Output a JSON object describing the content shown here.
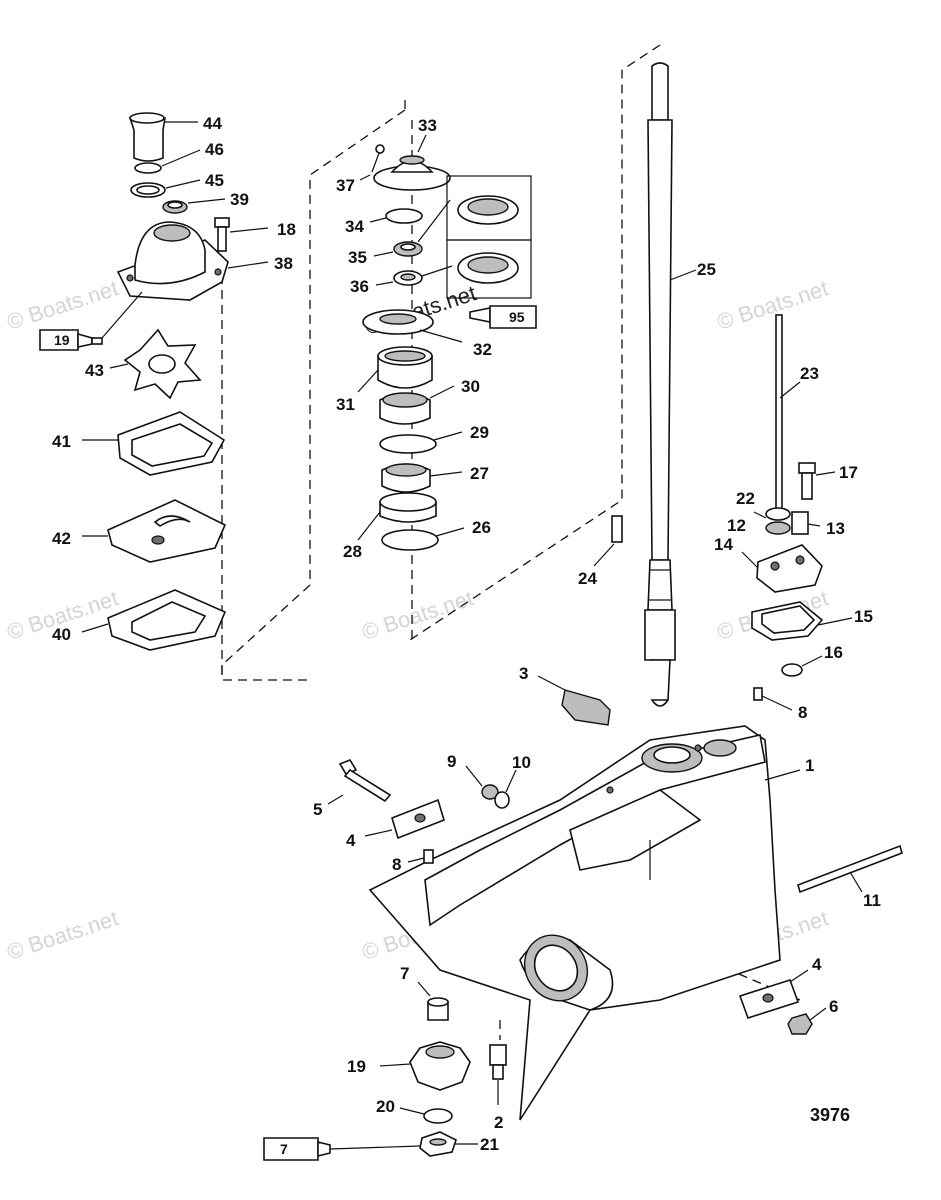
{
  "watermark": "© Boats.net",
  "figure_number": "3976",
  "callouts": [
    {
      "id": "lbl-44",
      "text": "44"
    },
    {
      "id": "lbl-46",
      "text": "46"
    },
    {
      "id": "lbl-45",
      "text": "45"
    },
    {
      "id": "lbl-39",
      "text": "39"
    },
    {
      "id": "lbl-18",
      "text": "18"
    },
    {
      "id": "lbl-38",
      "text": "38"
    },
    {
      "id": "lbl-43",
      "text": "43"
    },
    {
      "id": "lbl-41",
      "text": "41"
    },
    {
      "id": "lbl-42",
      "text": "42"
    },
    {
      "id": "lbl-40",
      "text": "40"
    },
    {
      "id": "lbl-33",
      "text": "33"
    },
    {
      "id": "lbl-37",
      "text": "37"
    },
    {
      "id": "lbl-34",
      "text": "34"
    },
    {
      "id": "lbl-35",
      "text": "35"
    },
    {
      "id": "lbl-36",
      "text": "36"
    },
    {
      "id": "lbl-32",
      "text": "32"
    },
    {
      "id": "lbl-31",
      "text": "31"
    },
    {
      "id": "lbl-30",
      "text": "30"
    },
    {
      "id": "lbl-29",
      "text": "29"
    },
    {
      "id": "lbl-27",
      "text": "27"
    },
    {
      "id": "lbl-28",
      "text": "28"
    },
    {
      "id": "lbl-26",
      "text": "26"
    },
    {
      "id": "lbl-25",
      "text": "25"
    },
    {
      "id": "lbl-24",
      "text": "24"
    },
    {
      "id": "lbl-23",
      "text": "23"
    },
    {
      "id": "lbl-17",
      "text": "17"
    },
    {
      "id": "lbl-22",
      "text": "22"
    },
    {
      "id": "lbl-12",
      "text": "12"
    },
    {
      "id": "lbl-13",
      "text": "13"
    },
    {
      "id": "lbl-14",
      "text": "14"
    },
    {
      "id": "lbl-15",
      "text": "15"
    },
    {
      "id": "lbl-16",
      "text": "16"
    },
    {
      "id": "lbl-8a",
      "text": "8"
    },
    {
      "id": "lbl-3",
      "text": "3"
    },
    {
      "id": "lbl-9",
      "text": "9"
    },
    {
      "id": "lbl-10",
      "text": "10"
    },
    {
      "id": "lbl-1",
      "text": "1"
    },
    {
      "id": "lbl-5",
      "text": "5"
    },
    {
      "id": "lbl-4a",
      "text": "4"
    },
    {
      "id": "lbl-8b",
      "text": "8"
    },
    {
      "id": "lbl-11",
      "text": "11"
    },
    {
      "id": "lbl-7",
      "text": "7"
    },
    {
      "id": "lbl-4b",
      "text": "4"
    },
    {
      "id": "lbl-6",
      "text": "6"
    },
    {
      "id": "lbl-19",
      "text": "19"
    },
    {
      "id": "lbl-20",
      "text": "20"
    },
    {
      "id": "lbl-2",
      "text": "2"
    },
    {
      "id": "lbl-21",
      "text": "21"
    }
  ],
  "sealant_tubes": [
    {
      "id": "tube-19",
      "text": "19"
    },
    {
      "id": "tube-95",
      "text": "95"
    },
    {
      "id": "tube-7",
      "text": "7"
    }
  ]
}
